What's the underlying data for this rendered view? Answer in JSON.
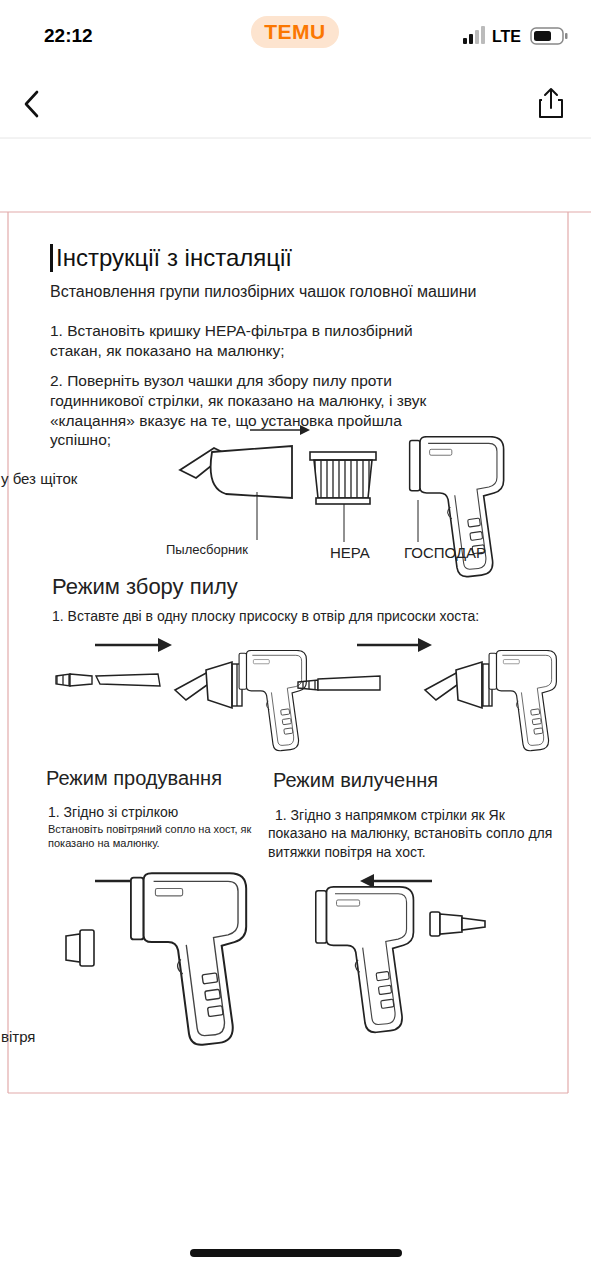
{
  "diagram": {
    "title": "Інструкції з інсталяції",
    "nodes": [
      {
        "text": [
          "TEMU"
        ]
      }
    ],
    "labels": [
      "22:12",
      "LTE",
      "Встановлення групи пилозбірних чашок головної машини",
      "1. Встановіть кришку HEPA-фільтра в пилозбірний стакан, як показано на малюнку;",
      "2. Поверніть вузол чашки для збору пилу проти годинникової стрілки, як показано на малюнку, і звук «клацання» вказує на те, що установка пройшла успішно;",
      "у без щіток",
      "Пылесборник",
      "HEPA",
      "ГОСПОДАР",
      "Режим збору пилу",
      "1. Вставте дві в одну плоску присоску в отвір для присоски хоста:",
      "Режим продування",
      "1. Згідно зі стрілкою",
      "Встановіть повітряний сопло на хост, як показано на малюнку.",
      "Режим вилучення",
      "1. Згідно з напрямком стрілки як Як показано на малюнку, встановіть сопло для витяжки повітря на хост.",
      "вітря"
    ]
  }
}
